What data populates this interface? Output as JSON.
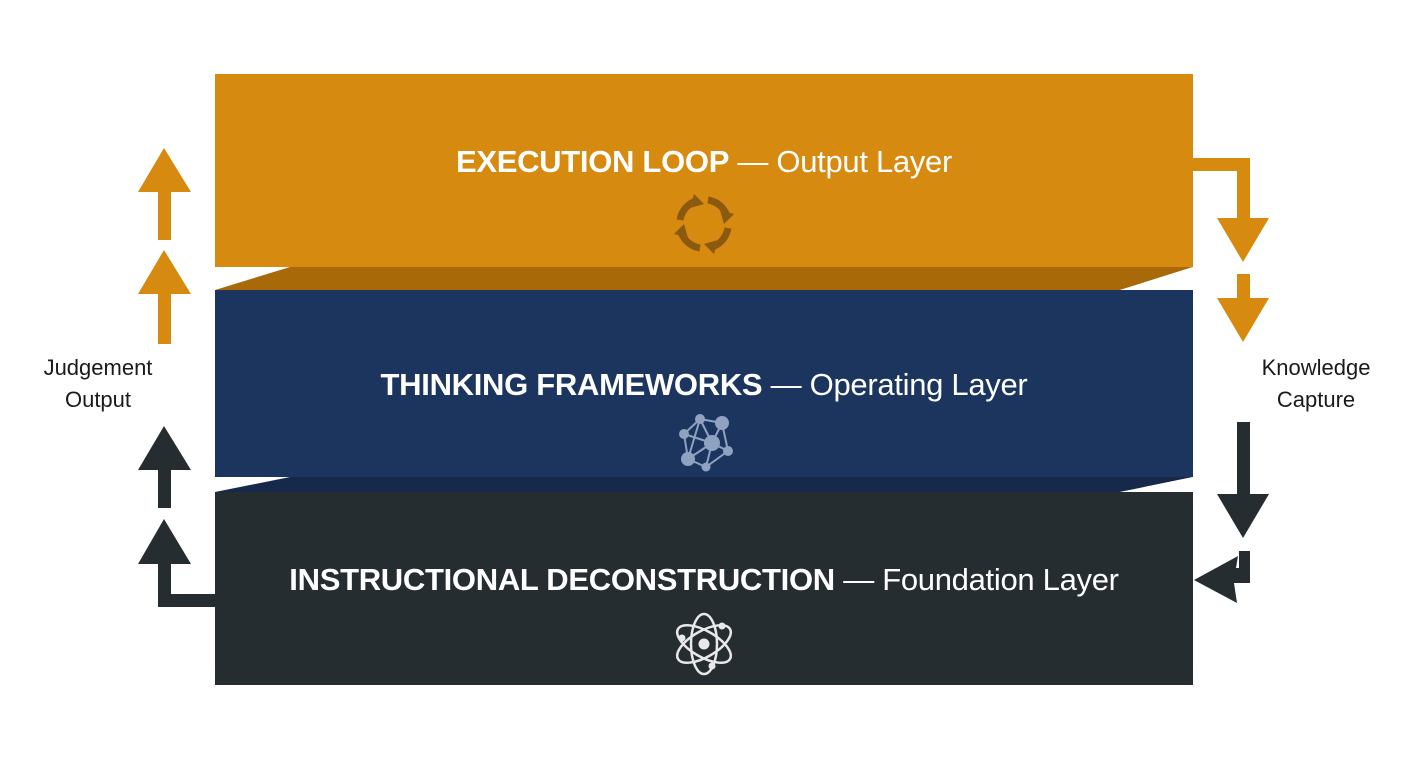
{
  "diagram": {
    "layers": [
      {
        "id": "execution",
        "title_strong": "EXECUTION LOOP",
        "separator": " — ",
        "title_light": "Output Layer",
        "icon": "refresh-cycle-icon",
        "color": "#D68A10"
      },
      {
        "id": "thinking",
        "title_strong": "THINKING FRAMEWORKS",
        "separator": " — ",
        "title_light": "Operating Layer",
        "icon": "network-nodes-icon",
        "color": "#1B355F"
      },
      {
        "id": "instructional",
        "title_strong": "INSTRUCTIONAL DECONSTRUCTION",
        "separator": " — ",
        "title_light": "Foundation Layer",
        "icon": "atom-icon",
        "color": "#262D31"
      }
    ],
    "left_flow": {
      "label_line1": "Judgement",
      "label_line2": "Output",
      "direction": "up"
    },
    "right_flow": {
      "label_line1": "Knowledge",
      "label_line2": "Capture",
      "direction": "down"
    },
    "colors": {
      "orange": "#D68A10",
      "orange_shadow": "#A86A08",
      "navy": "#1B355F",
      "navy_shadow": "#16294A",
      "charcoal": "#262D31"
    }
  }
}
